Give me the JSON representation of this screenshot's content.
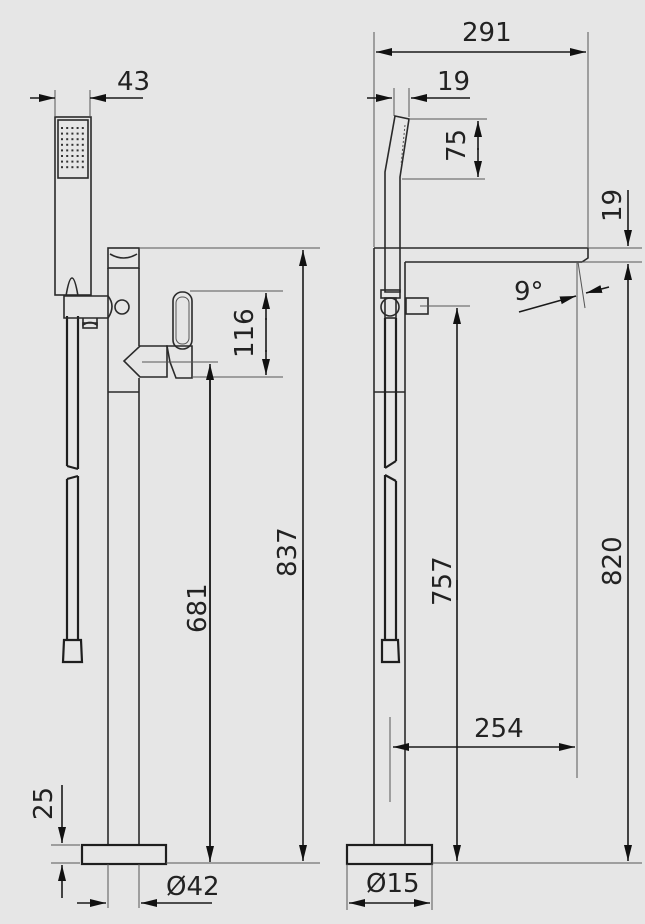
{
  "drawing": {
    "type": "technical-dimension-drawing",
    "subject": "freestanding bath mixer with hand shower",
    "views": [
      "front-view",
      "side-view"
    ],
    "units": "mm",
    "colors": {
      "background": "#e6e6e6",
      "line": "#1e1e1e",
      "extension_line": "#555555"
    }
  },
  "front_view": {
    "dimensions": {
      "hand_shower_width": "43",
      "handle_height": "116",
      "spout_outlet_height": "681",
      "overall_height": "837",
      "base_thickness": "25",
      "column_diameter": "Ø42"
    }
  },
  "side_view": {
    "dimensions": {
      "overall_depth": "291",
      "hand_shower_head_thickness": "19",
      "hand_shower_head_length": "75",
      "spout_thickness": "19",
      "spout_angle": "9°",
      "outlet_connection_height": "757",
      "spout_height": "820",
      "spout_reach": "254",
      "base_diameter": "Ø15"
    }
  }
}
